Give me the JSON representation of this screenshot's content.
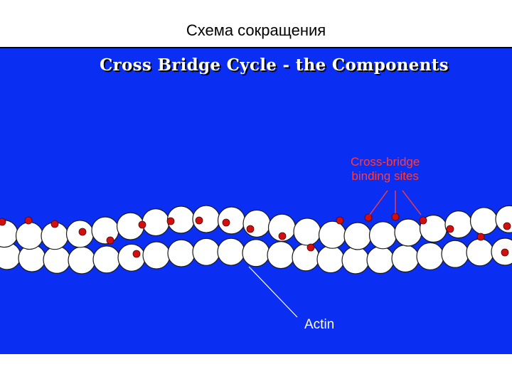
{
  "slide_title": "Схема сокращения",
  "diagram": {
    "title": "Cross Bridge Cycle - the Components",
    "labels": {
      "crossbridge_line1": "Cross-bridge",
      "crossbridge_line2": "binding sites",
      "actin": "Actin"
    },
    "colors": {
      "background": "#0a2ff2",
      "bead": "#ffffff",
      "binding_site": "#d01010",
      "crossbridge_label": "#ff3b3b",
      "actin_label": "#ffffff"
    }
  }
}
